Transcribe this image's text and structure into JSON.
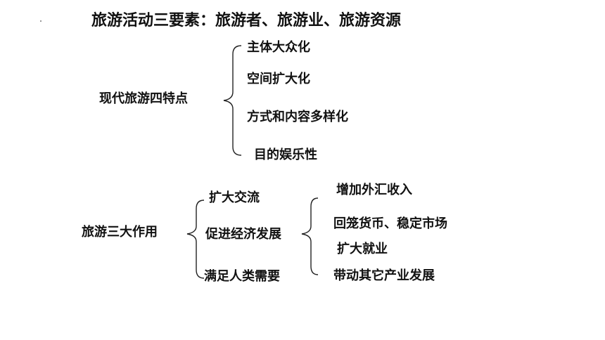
{
  "title": "旅游活动三要素：旅游者、旅游业、旅游资源",
  "features": {
    "label": "现代旅游四特点",
    "items": [
      "主体大众化",
      "空间扩大化",
      "方式和内容多样化",
      "目的娱乐性"
    ]
  },
  "roles": {
    "label": "旅游三大作用",
    "items": [
      "扩大交流",
      "促进经济发展",
      "满足人类需要"
    ],
    "economic_effects": [
      "增加外汇收入",
      "回笼货币、稳定市场",
      "扩大就业",
      "带动其它产业发展"
    ]
  }
}
